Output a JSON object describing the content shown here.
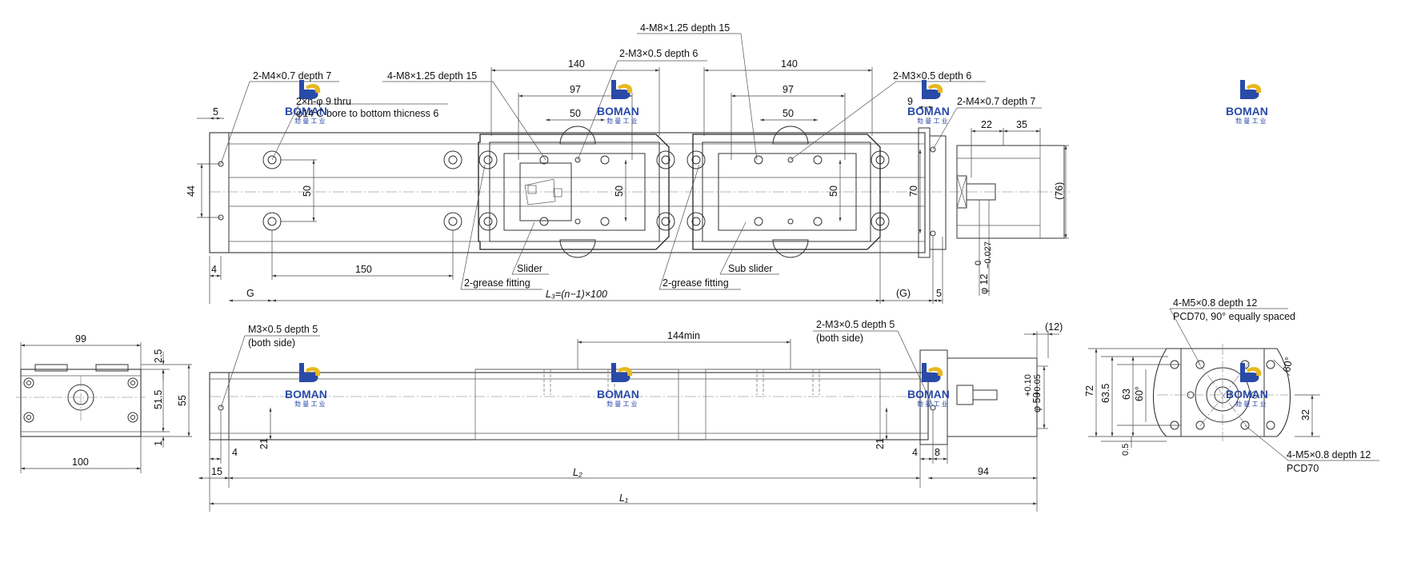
{
  "labels": {
    "m8_top": "4-M8×1.25  depth 15",
    "m8_left": "4-M8×1.25  depth 15",
    "m3_slider": "2-M3×0.5  depth 6",
    "m3_sub": "2-M3×0.5  depth 6",
    "m4_left": "2-M4×0.7  depth 7",
    "m4_right": "2-M4×0.7  depth 7",
    "thru_line1": "2×n-φ 9 thru",
    "thru_line2": "φ14 C bore to bottom thicness 6",
    "slider": "Slider",
    "sub_slider": "Sub slider",
    "grease_1": "2-grease fitting",
    "grease_2": "2-grease fitting",
    "l3": "L₃=(n−1)×100",
    "m3_left_side": "M3×0.5  depth 5",
    "both_side_1": "(both side)",
    "m3_right_side": "2-M3×0.5  depth 5",
    "both_side_2": "(both side)",
    "l2": "L₂",
    "l1": "L₁",
    "m5_top_1": "4-M5×0.8  depth 12",
    "m5_top_2": "PCD70, 90°  equally spaced",
    "m5_bot_1": "4-M5×0.8  depth 12",
    "m5_bot_2": "PCD70"
  },
  "dims": {
    "d140a": "140",
    "d140b": "140",
    "d97a": "97",
    "d97b": "97",
    "d50a": "50",
    "d50b": "50",
    "d5": "5",
    "d44": "44",
    "d50v": "50",
    "d50v2": "50",
    "d50v3": "50",
    "d70": "70",
    "d76": "(76)",
    "d4": "4",
    "d150": "150",
    "dG": "G",
    "dGp": "(G)",
    "d5r": "5",
    "d9": "9",
    "d22": "22",
    "d35": "35",
    "d12shaft": "φ 12",
    "d12tol_up": "0",
    "d12tol_lo": "−0.027",
    "d144": "144min",
    "d12p": "(12)",
    "d50shaft": "φ 50",
    "d50tol_up": "+0.10",
    "d50tol_lo": "+0.05",
    "d21a": "21",
    "d21b": "21",
    "d4a": "4",
    "d4b": "4",
    "d8": "8",
    "d15": "15",
    "d94": "94",
    "d99": "99",
    "d100": "100",
    "d25": "2.5",
    "d515": "51.5",
    "d55": "55",
    "d1": "1",
    "d72": "72",
    "d635": "63.5",
    "d63": "63",
    "d60deg": "60°",
    "d60deg2": "60°",
    "d32": "32",
    "d05": "0.5"
  },
  "logo": {
    "brand": "BOMAN",
    "sub": "勃 曼 工 业",
    "color": "#2a4aa8"
  }
}
